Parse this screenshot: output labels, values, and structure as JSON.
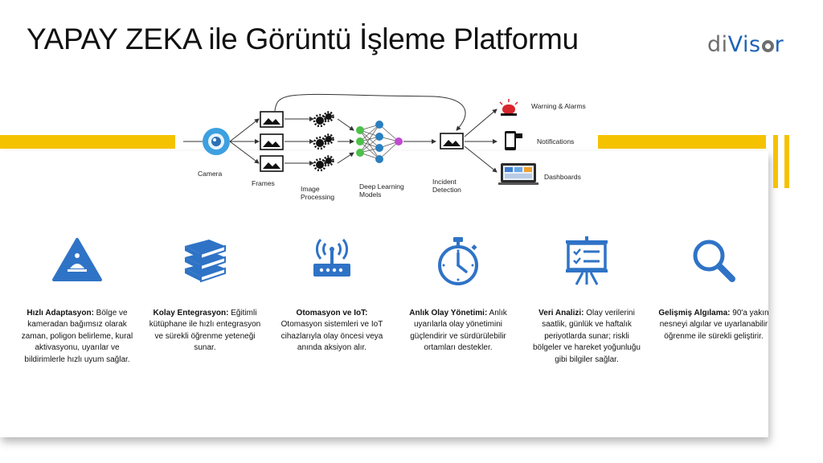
{
  "title": "YAPAY ZEKA ile Görüntü İşleme Platformu",
  "logo": {
    "part1": "di",
    "part2": "Vis",
    "part3": "r",
    "colors": {
      "gray": "#6d6d6d",
      "blue": "#1e63b8"
    }
  },
  "accent_color": "#f5c200",
  "icon_color": "#2f73c6",
  "diagram": {
    "stages": {
      "camera": "Camera",
      "frames": "Frames",
      "image_processing": [
        "Image",
        "Processing"
      ],
      "deep_learning": [
        "Deep Learning",
        "Models"
      ],
      "incident_detection": [
        "Incident",
        "Detection"
      ]
    },
    "outputs": {
      "warning": "Warning & Alarms",
      "notifications": "Notifications",
      "dashboards": "Dashboards"
    }
  },
  "features": [
    {
      "icon": "adaptation-icon",
      "title": "Hızlı Adaptasyon:",
      "text": " Bölge ve kameradan bağımsız olarak zaman, poligon belirleme, kural aktivasyonu, uyarılar ve bildirimlerle hızlı uyum sağlar."
    },
    {
      "icon": "books-icon",
      "title": "Kolay Entegrasyon:",
      "text": " Eğitimli kütüphane ile hızlı entegrasyon ve sürekli öğrenme yeteneği sunar."
    },
    {
      "icon": "router-icon",
      "title": "Otomasyon ve IoT:",
      "text": " Otomasyon sistemleri ve IoT cihazlarıyla olay öncesi veya anında aksiyon alır."
    },
    {
      "icon": "stopwatch-icon",
      "title": "Anlık Olay Yönetimi:",
      "text": " Anlık uyarılarla olay yönetimini güçlendirir ve sürdürülebilir ortamları destekler."
    },
    {
      "icon": "presentation-board-icon",
      "title": "Veri Analizi:",
      "text": " Olay verilerini saatlik, günlük ve haftalık periyotlarda sunar; riskli bölgeler ve hareket yoğunluğu gibi bilgiler sağlar."
    },
    {
      "icon": "magnifier-icon",
      "title": "Gelişmiş Algılama:",
      "text": " 90'a yakın nesneyi algılar ve uyarlanabilir öğrenme ile sürekli geliştirir."
    }
  ]
}
